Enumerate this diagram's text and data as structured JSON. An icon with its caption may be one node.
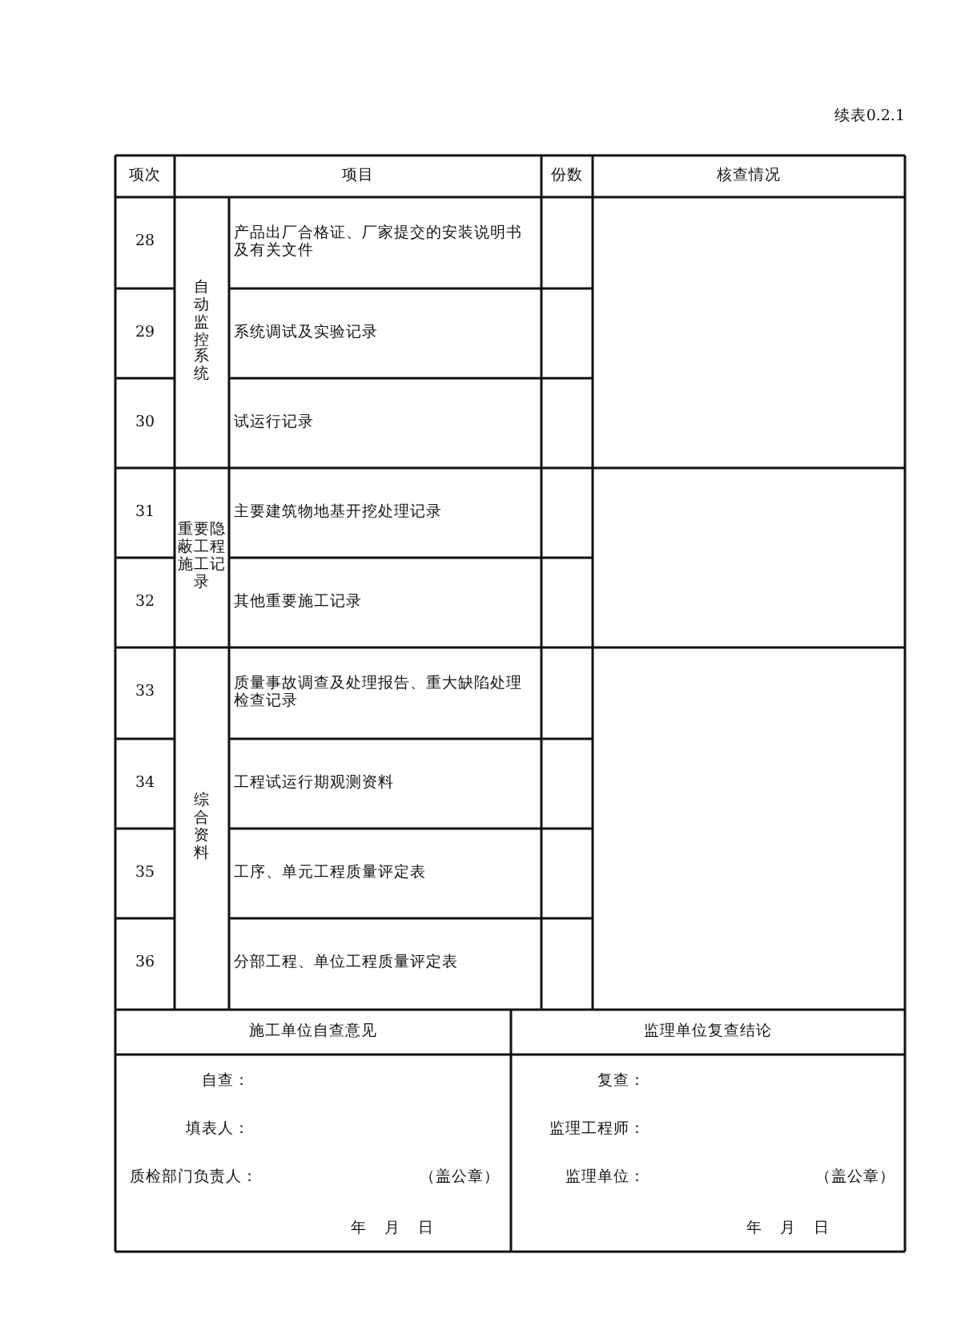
{
  "diagram": {
    "labels": [
      "续表0.2.1",
      "项次",
      "项目",
      "份数",
      "核查情况",
      "28",
      "自动监控系统",
      "产品出厂合格证、厂家提交的安装说明书及有关文件",
      "29",
      "系统调试及实验记录",
      "30",
      "试运行记录",
      "31",
      "重要隐蔽工程施工记录",
      "主要建筑物地基开挖处理记录",
      "32",
      "其他重要施工记录",
      "33",
      "综合资料",
      "质量事故调查及处理报告、重大缺陷处理检查记录",
      "34",
      "工程试运行期观测资料",
      "35",
      "工序、单元工程质量评定表",
      "36",
      "分部工程、单位工程质量评定表",
      "施工单位自查意见",
      "监理单位复查结论",
      "自查：",
      "复查：",
      "填表人：",
      "监理工程师：",
      "质检部门负责人：",
      "（盖公章）",
      "监理单位：",
      "（盖公章）",
      "年 月 日",
      "年 月 日"
    ]
  }
}
